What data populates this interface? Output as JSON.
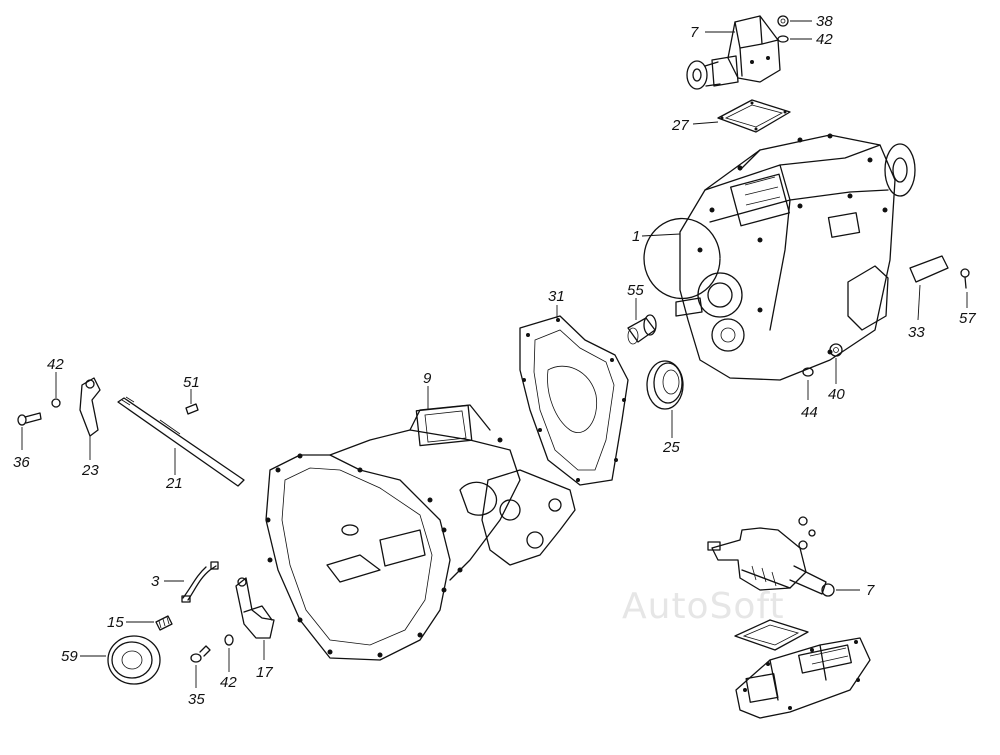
{
  "watermark": "AutoSoft",
  "labels": {
    "l7_top": "7",
    "l38": "38",
    "l42_top": "42",
    "l27": "27",
    "l1": "1",
    "l55": "55",
    "l31": "31",
    "l33": "33",
    "l57": "57",
    "l44": "44",
    "l40": "40",
    "l25": "25",
    "l9": "9",
    "l42_left": "42",
    "l51": "51",
    "l36": "36",
    "l23": "23",
    "l21": "21",
    "l3": "3",
    "l15": "15",
    "l59": "59",
    "l35": "35",
    "l42_bottom": "42",
    "l17": "17",
    "l7_right": "7"
  }
}
